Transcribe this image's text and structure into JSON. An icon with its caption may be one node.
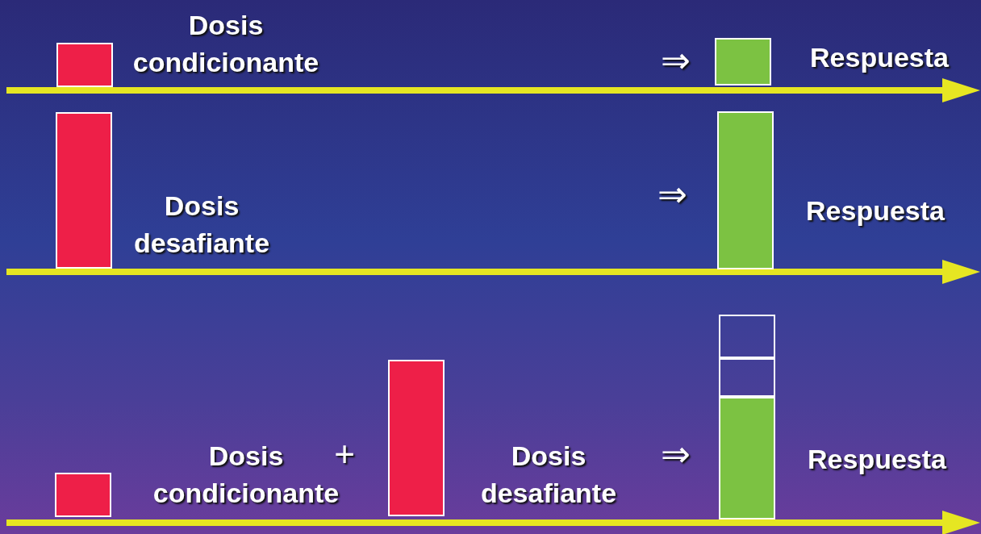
{
  "diagram": {
    "nodes": [
      {
        "text": [],
        "shape": "bar",
        "beside": [
          "Dosis condicionante"
        ]
      },
      {
        "text": [],
        "shape": "bar",
        "beside": [
          "Respuesta"
        ]
      },
      {
        "text": [],
        "shape": "bar",
        "beside": [
          "Dosis desafiante"
        ]
      },
      {
        "text": [],
        "shape": "bar",
        "beside": [
          "Respuesta"
        ]
      },
      {
        "text": [],
        "shape": "bar",
        "beside": [
          "Dosis condicionante"
        ]
      },
      {
        "text": [],
        "shape": "bar",
        "beside": [
          "Dosis desafiante"
        ]
      },
      {
        "text": [],
        "shape": "box"
      },
      {
        "text": [],
        "shape": "box"
      },
      {
        "text": [],
        "shape": "bar",
        "beside": [
          "Respuesta"
        ]
      }
    ],
    "labels": [
      "⇒",
      "⇒",
      "+",
      "⇒"
    ]
  }
}
